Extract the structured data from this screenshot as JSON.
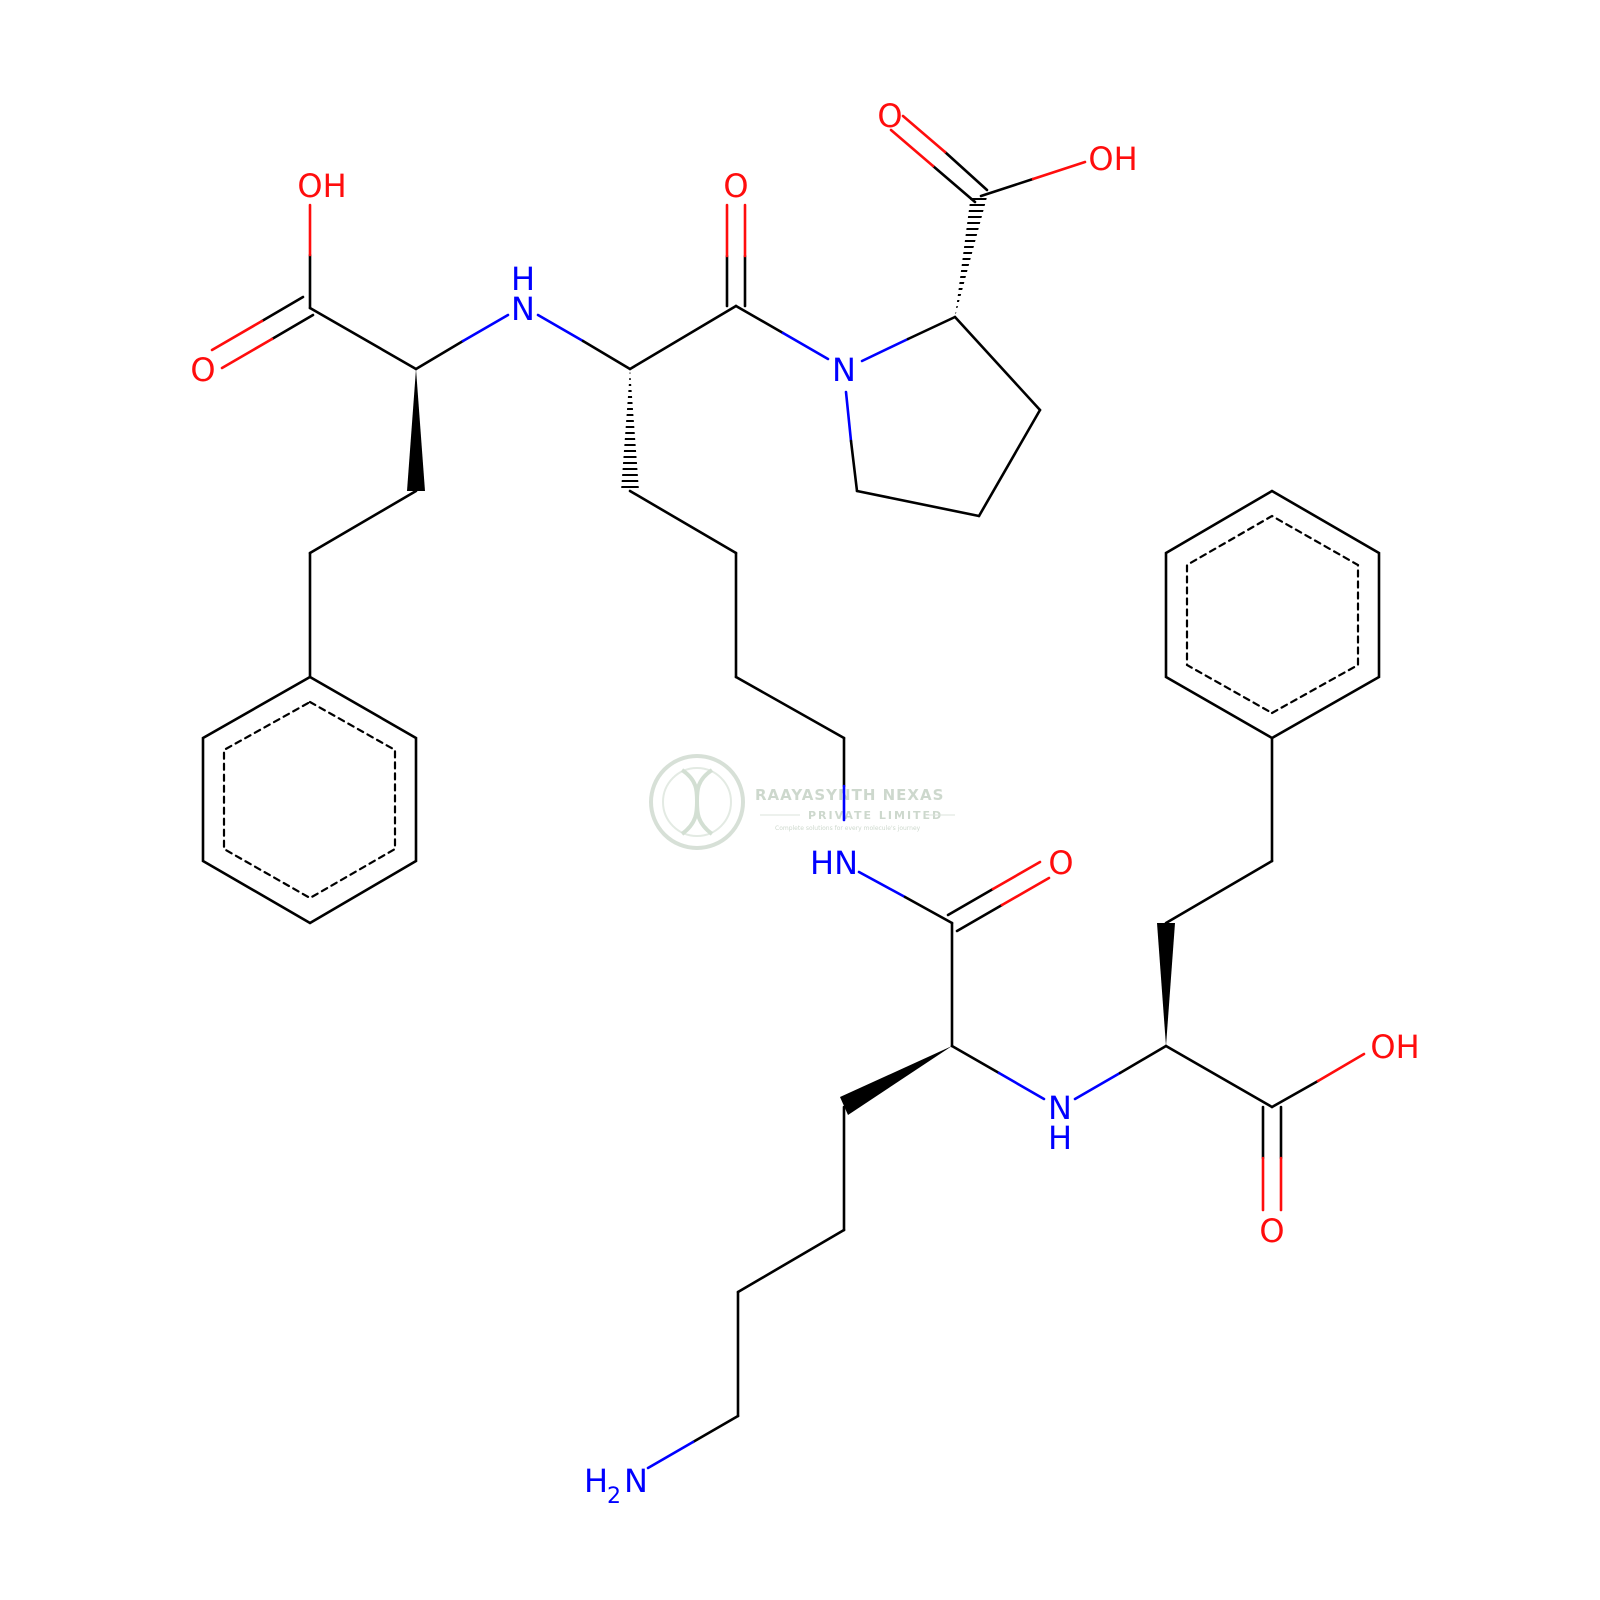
{
  "colors": {
    "carbon_bond": "#000000",
    "oxygen": "#ff0d0d",
    "nitrogen": "#0000ff",
    "watermark": "#c8d4c8"
  },
  "atom_labels": {
    "oh_top_left": "OH",
    "o_top_left_carbonyl": "O",
    "nh_top": "N",
    "nh_top_h": "H",
    "o_amide_top": "O",
    "n_proline": "N",
    "o_proline_carbonyl": "O",
    "oh_proline": "OH",
    "hn_mid": "HN",
    "o_amide_mid": "O",
    "nh_bottom_n": "N",
    "nh_bottom_h": "H",
    "oh_bottom_right": "OH",
    "o_bottom_right_carbonyl": "O",
    "nh2_h": "H",
    "nh2_sub": "2",
    "nh2_n": "N"
  },
  "watermark": {
    "company": "RAAYASYNTH NEXAS",
    "entity": "PRIVATE LIMITED",
    "tagline": "Complete solutions for every molecule's journey"
  }
}
